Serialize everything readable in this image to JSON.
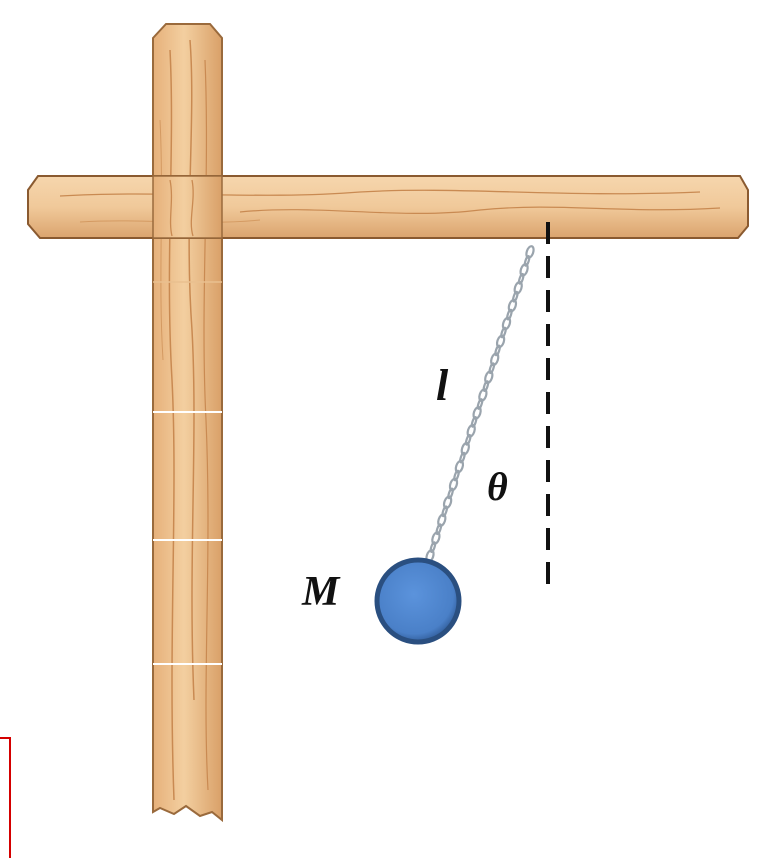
{
  "labels": {
    "length": "l",
    "angle": "θ",
    "mass": "M"
  },
  "colors": {
    "wood_light": "#f0c99a",
    "wood_mid": "#e3ae76",
    "wood_grain": "#c98a52",
    "wood_edge": "#8a5a30",
    "bob_fill": "#4a80c8",
    "bob_edge": "#2a4f80",
    "chain": "#9aa4ad",
    "frame_accent": "#d40000"
  }
}
